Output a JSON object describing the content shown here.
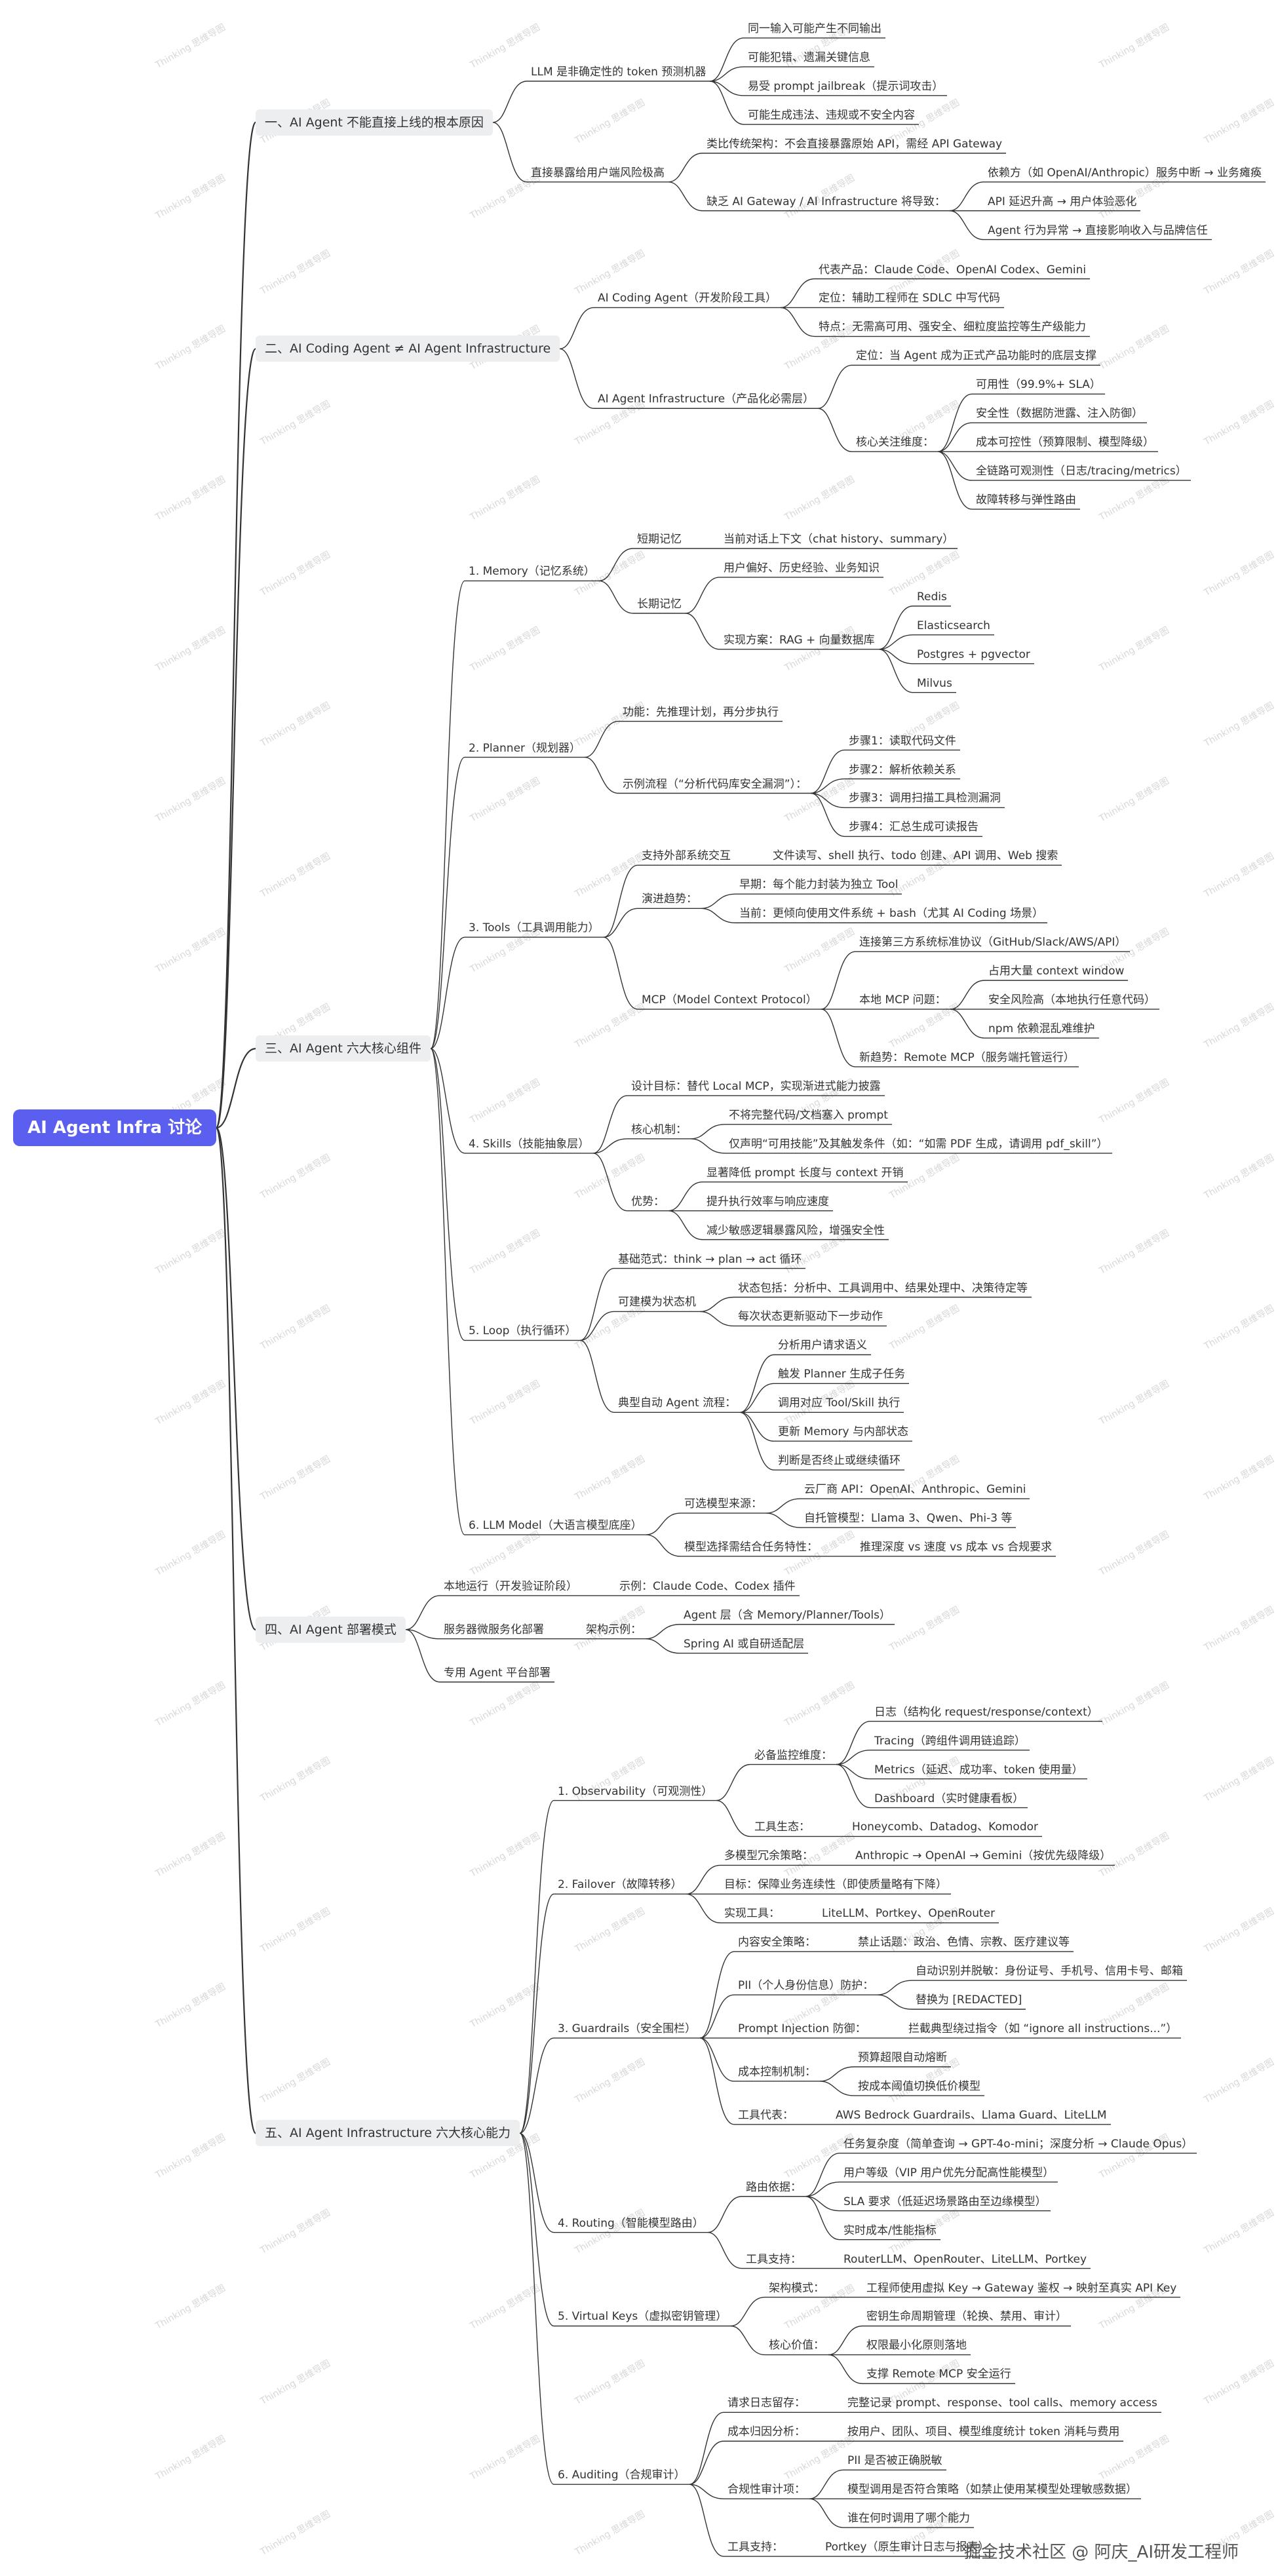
{
  "root": {
    "label": "AI Agent Infra 讨论",
    "children": [
      {
        "label": "一、AI Agent 不能直接上线的根本原因",
        "children": [
          {
            "label": "LLM 是非确定性的 token 预测机器",
            "children": [
              {
                "label": "同一输入可能产生不同输出"
              },
              {
                "label": "可能犯错、遗漏关键信息"
              },
              {
                "label": "易受 prompt jailbreak（提示词攻击）"
              },
              {
                "label": "可能生成违法、违规或不安全内容"
              }
            ]
          },
          {
            "label": "直接暴露给用户端风险极高",
            "children": [
              {
                "label": "类比传统架构：不会直接暴露原始 API，需经 API Gateway"
              },
              {
                "label": "缺乏 AI Gateway / AI Infrastructure 将导致：",
                "children": [
                  {
                    "label": "依赖方（如 OpenAI/Anthropic）服务中断 → 业务瘫痪"
                  },
                  {
                    "label": "API 延迟升高 → 用户体验恶化"
                  },
                  {
                    "label": "Agent 行为异常 → 直接影响收入与品牌信任"
                  }
                ]
              }
            ]
          }
        ]
      },
      {
        "label": "二、AI Coding Agent ≠ AI Agent Infrastructure",
        "children": [
          {
            "label": "AI Coding Agent（开发阶段工具）",
            "children": [
              {
                "label": "代表产品：Claude Code、OpenAI Codex、Gemini"
              },
              {
                "label": "定位：辅助工程师在 SDLC 中写代码"
              },
              {
                "label": "特点：无需高可用、强安全、细粒度监控等生产级能力"
              }
            ]
          },
          {
            "label": "AI Agent Infrastructure（产品化必需层）",
            "children": [
              {
                "label": "定位：当 Agent 成为正式产品功能时的底层支撑"
              },
              {
                "label": "核心关注维度：",
                "children": [
                  {
                    "label": "可用性（99.9%+ SLA）"
                  },
                  {
                    "label": "安全性（数据防泄露、注入防御）"
                  },
                  {
                    "label": "成本可控性（预算限制、模型降级）"
                  },
                  {
                    "label": "全链路可观测性（日志/tracing/metrics）"
                  },
                  {
                    "label": "故障转移与弹性路由"
                  }
                ]
              }
            ]
          }
        ]
      },
      {
        "label": "三、AI Agent 六大核心组件",
        "children": [
          {
            "label": "1. Memory（记忆系统）",
            "children": [
              {
                "label": "短期记忆",
                "children": [
                  {
                    "label": "当前对话上下文（chat history、summary）"
                  }
                ]
              },
              {
                "label": "长期记忆",
                "children": [
                  {
                    "label": "用户偏好、历史经验、业务知识"
                  },
                  {
                    "label": "实现方案：RAG + 向量数据库",
                    "children": [
                      {
                        "label": "Redis"
                      },
                      {
                        "label": "Elasticsearch"
                      },
                      {
                        "label": "Postgres + pgvector"
                      },
                      {
                        "label": "Milvus"
                      }
                    ]
                  }
                ]
              }
            ]
          },
          {
            "label": "2. Planner（规划器）",
            "children": [
              {
                "label": "功能：先推理计划，再分步执行"
              },
              {
                "label": "示例流程（“分析代码库安全漏洞”）：",
                "children": [
                  {
                    "label": "步骤1：读取代码文件"
                  },
                  {
                    "label": "步骤2：解析依赖关系"
                  },
                  {
                    "label": "步骤3：调用扫描工具检测漏洞"
                  },
                  {
                    "label": "步骤4：汇总生成可读报告"
                  }
                ]
              }
            ]
          },
          {
            "label": "3. Tools（工具调用能力）",
            "children": [
              {
                "label": "支持外部系统交互",
                "children": [
                  {
                    "label": "文件读写、shell 执行、todo 创建、API 调用、Web 搜索"
                  }
                ]
              },
              {
                "label": "演进趋势：",
                "children": [
                  {
                    "label": "早期：每个能力封装为独立 Tool"
                  },
                  {
                    "label": "当前：更倾向使用文件系统 + bash（尤其 AI Coding 场景）"
                  }
                ]
              },
              {
                "label": "MCP（Model Context Protocol）",
                "children": [
                  {
                    "label": "连接第三方系统标准协议（GitHub/Slack/AWS/API）"
                  },
                  {
                    "label": "本地 MCP 问题：",
                    "children": [
                      {
                        "label": "占用大量 context window"
                      },
                      {
                        "label": "安全风险高（本地执行任意代码）"
                      },
                      {
                        "label": "npm 依赖混乱难维护"
                      }
                    ]
                  },
                  {
                    "label": "新趋势：Remote MCP（服务端托管运行）"
                  }
                ]
              }
            ]
          },
          {
            "label": "4. Skills（技能抽象层）",
            "children": [
              {
                "label": "设计目标：替代 Local MCP，实现渐进式能力披露"
              },
              {
                "label": "核心机制：",
                "children": [
                  {
                    "label": "不将完整代码/文档塞入 prompt"
                  },
                  {
                    "label": "仅声明“可用技能”及其触发条件（如：“如需 PDF 生成，请调用 pdf_skill”）"
                  }
                ]
              },
              {
                "label": "优势：",
                "children": [
                  {
                    "label": "显著降低 prompt 长度与 context 开销"
                  },
                  {
                    "label": "提升执行效率与响应速度"
                  },
                  {
                    "label": "减少敏感逻辑暴露风险，增强安全性"
                  }
                ]
              }
            ]
          },
          {
            "label": "5. Loop（执行循环）",
            "children": [
              {
                "label": "基础范式：think → plan → act 循环"
              },
              {
                "label": "可建模为状态机",
                "children": [
                  {
                    "label": "状态包括：分析中、工具调用中、结果处理中、决策待定等"
                  },
                  {
                    "label": "每次状态更新驱动下一步动作"
                  }
                ]
              },
              {
                "label": "典型自动 Agent 流程：",
                "children": [
                  {
                    "label": "分析用户请求语义"
                  },
                  {
                    "label": "触发 Planner 生成子任务"
                  },
                  {
                    "label": "调用对应 Tool/Skill 执行"
                  },
                  {
                    "label": "更新 Memory 与内部状态"
                  },
                  {
                    "label": "判断是否终止或继续循环"
                  }
                ]
              }
            ]
          },
          {
            "label": "6. LLM Model（大语言模型底座）",
            "children": [
              {
                "label": "可选模型来源：",
                "children": [
                  {
                    "label": "云厂商 API：OpenAI、Anthropic、Gemini"
                  },
                  {
                    "label": "自托管模型：Llama 3、Qwen、Phi-3 等"
                  }
                ]
              },
              {
                "label": "模型选择需结合任务特性：",
                "children": [
                  {
                    "label": "推理深度 vs 速度 vs 成本 vs 合规要求"
                  }
                ]
              }
            ]
          }
        ]
      },
      {
        "label": "四、AI Agent 部署模式",
        "children": [
          {
            "label": "本地运行（开发验证阶段）",
            "children": [
              {
                "label": "示例：Claude Code、Codex 插件"
              }
            ]
          },
          {
            "label": "服务器微服务化部署",
            "children": [
              {
                "label": "架构示例：",
                "children": [
                  {
                    "label": "Agent 层（含 Memory/Planner/Tools）"
                  },
                  {
                    "label": "Spring AI 或自研适配层"
                  }
                ]
              }
            ]
          },
          {
            "label": "专用 Agent 平台部署"
          }
        ]
      },
      {
        "label": "五、AI Agent Infrastructure 六大核心能力",
        "children": [
          {
            "label": "1. Observability（可观测性）",
            "children": [
              {
                "label": "必备监控维度：",
                "children": [
                  {
                    "label": "日志（结构化 request/response/context）"
                  },
                  {
                    "label": "Tracing（跨组件调用链追踪）"
                  },
                  {
                    "label": "Metrics（延迟、成功率、token 使用量）"
                  },
                  {
                    "label": "Dashboard（实时健康看板）"
                  }
                ]
              },
              {
                "label": "工具生态：",
                "children": [
                  {
                    "label": "Honeycomb、Datadog、Komodor"
                  }
                ]
              }
            ]
          },
          {
            "label": "2. Failover（故障转移）",
            "children": [
              {
                "label": "多模型冗余策略：",
                "children": [
                  {
                    "label": "Anthropic → OpenAI → Gemini（按优先级降级）"
                  }
                ]
              },
              {
                "label": "目标：保障业务连续性（即使质量略有下降）"
              },
              {
                "label": "实现工具：",
                "children": [
                  {
                    "label": "LiteLLM、Portkey、OpenRouter"
                  }
                ]
              }
            ]
          },
          {
            "label": "3. Guardrails（安全围栏）",
            "children": [
              {
                "label": "内容安全策略：",
                "children": [
                  {
                    "label": "禁止话题：政治、色情、宗教、医疗建议等"
                  }
                ]
              },
              {
                "label": "PII（个人身份信息）防护：",
                "children": [
                  {
                    "label": "自动识别并脱敏：身份证号、手机号、信用卡号、邮箱"
                  },
                  {
                    "label": "替换为 [REDACTED]"
                  }
                ]
              },
              {
                "label": "Prompt Injection 防御：",
                "children": [
                  {
                    "label": "拦截典型绕过指令（如 “ignore all instructions...”）"
                  }
                ]
              },
              {
                "label": "成本控制机制：",
                "children": [
                  {
                    "label": "预算超限自动熔断"
                  },
                  {
                    "label": "按成本阈值切换低价模型"
                  }
                ]
              },
              {
                "label": "工具代表：",
                "children": [
                  {
                    "label": "AWS Bedrock Guardrails、Llama Guard、LiteLLM"
                  }
                ]
              }
            ]
          },
          {
            "label": "4. Routing（智能模型路由）",
            "children": [
              {
                "label": "路由依据：",
                "children": [
                  {
                    "label": "任务复杂度（简单查询 → GPT-4o-mini；深度分析 → Claude Opus）"
                  },
                  {
                    "label": "用户等级（VIP 用户优先分配高性能模型）"
                  },
                  {
                    "label": "SLA 要求（低延迟场景路由至边缘模型）"
                  },
                  {
                    "label": "实时成本/性能指标"
                  }
                ]
              },
              {
                "label": "工具支持：",
                "children": [
                  {
                    "label": "RouterLLM、OpenRouter、LiteLLM、Portkey"
                  }
                ]
              }
            ]
          },
          {
            "label": "5. Virtual Keys（虚拟密钥管理）",
            "children": [
              {
                "label": "架构模式：",
                "children": [
                  {
                    "label": "工程师使用虚拟 Key → Gateway 鉴权 → 映射至真实 API Key"
                  }
                ]
              },
              {
                "label": "核心价值：",
                "children": [
                  {
                    "label": "密钥生命周期管理（轮换、禁用、审计）"
                  },
                  {
                    "label": "权限最小化原则落地"
                  },
                  {
                    "label": "支撑 Remote MCP 安全运行"
                  }
                ]
              }
            ]
          },
          {
            "label": "6. Auditing（合规审计）",
            "children": [
              {
                "label": "请求日志留存：",
                "children": [
                  {
                    "label": "完整记录 prompt、response、tool calls、memory access"
                  }
                ]
              },
              {
                "label": "成本归因分析：",
                "children": [
                  {
                    "label": "按用户、团队、项目、模型维度统计 token 消耗与费用"
                  }
                ]
              },
              {
                "label": "合规性审计项：",
                "children": [
                  {
                    "label": "PII 是否被正确脱敏"
                  },
                  {
                    "label": "模型调用是否符合策略（如禁止使用某模型处理敏感数据）"
                  },
                  {
                    "label": "谁在何时调用了哪个能力"
                  }
                ]
              },
              {
                "label": "工具支持：",
                "children": [
                  {
                    "label": "Portkey（原生审计日志与报表）"
                  }
                ]
              }
            ]
          }
        ]
      }
    ]
  },
  "watermark": "Thinking 思维导图",
  "footer": "掘金技术社区 @ 阿庆_AI研发工程师",
  "colors": {
    "root_bg": "#5b5ff0",
    "l1_bg": "#eceef0",
    "line": "#333333",
    "text": "#333333"
  }
}
